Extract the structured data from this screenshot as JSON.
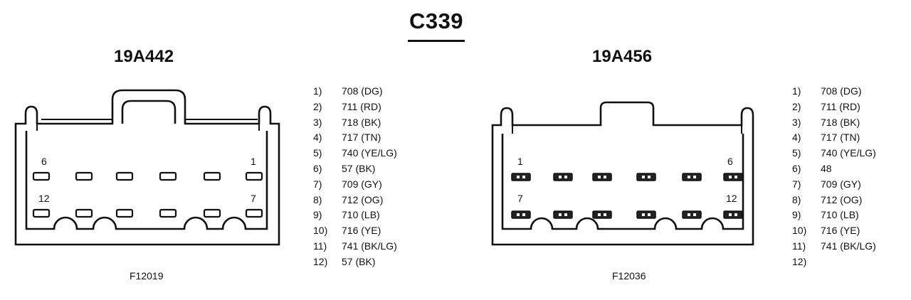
{
  "title": "C339",
  "connectors": [
    {
      "name": "19A442",
      "figure": "F12019",
      "labels": {
        "top_left": "6",
        "top_right": "1",
        "bottom_left": "12",
        "bottom_right": "7"
      },
      "pins": [
        {
          "num": "1)",
          "label": "708 (DG)"
        },
        {
          "num": "2)",
          "label": "711 (RD)"
        },
        {
          "num": "3)",
          "label": "718 (BK)"
        },
        {
          "num": "4)",
          "label": "717 (TN)"
        },
        {
          "num": "5)",
          "label": "740 (YE/LG)"
        },
        {
          "num": "6)",
          "label": "57 (BK)"
        },
        {
          "num": "7)",
          "label": "709 (GY)"
        },
        {
          "num": "8)",
          "label": "712 (OG)"
        },
        {
          "num": "9)",
          "label": "710 (LB)"
        },
        {
          "num": "10)",
          "label": "716 (YE)"
        },
        {
          "num": "11)",
          "label": "741 (BK/LG)"
        },
        {
          "num": "12)",
          "label": "57 (BK)"
        }
      ]
    },
    {
      "name": "19A456",
      "figure": "F12036",
      "labels": {
        "top_left": "1",
        "top_right": "6",
        "bottom_left": "7",
        "bottom_right": "12"
      },
      "pins": [
        {
          "num": "1)",
          "label": "708 (DG)"
        },
        {
          "num": "2)",
          "label": "711 (RD)"
        },
        {
          "num": "3)",
          "label": "718 (BK)"
        },
        {
          "num": "4)",
          "label": "717 (TN)"
        },
        {
          "num": "5)",
          "label": "740 (YE/LG)"
        },
        {
          "num": "6)",
          "label": "48"
        },
        {
          "num": "7)",
          "label": "709 (GY)"
        },
        {
          "num": "8)",
          "label": "712 (OG)"
        },
        {
          "num": "9)",
          "label": "710 (LB)"
        },
        {
          "num": "10)",
          "label": "716 (YE)"
        },
        {
          "num": "11)",
          "label": "741 (BK/LG)"
        },
        {
          "num": "12)",
          "label": ""
        }
      ]
    }
  ]
}
